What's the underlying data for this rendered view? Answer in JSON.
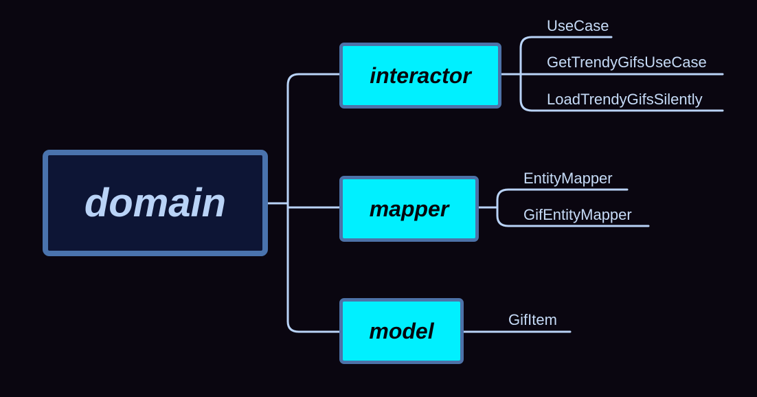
{
  "root": {
    "label": "domain"
  },
  "branches": [
    {
      "label": "interactor",
      "leaves": [
        "UseCase",
        "GetTrendyGifsUseCase",
        "LoadTrendyGifsSilently"
      ]
    },
    {
      "label": "mapper",
      "leaves": [
        "EntityMapper",
        "GifEntityMapper"
      ]
    },
    {
      "label": "model",
      "leaves": [
        "GifItem"
      ]
    }
  ],
  "colors": {
    "background": "#0a0610",
    "root_fill": "#0d1535",
    "root_border": "#4a73ad",
    "root_text": "#b9d3f7",
    "branch_fill": "#00f0ff",
    "branch_border": "#4d72a8",
    "branch_text": "#05070d",
    "connector": "#b9d3f7",
    "leaf_text": "#c6dbf7"
  }
}
